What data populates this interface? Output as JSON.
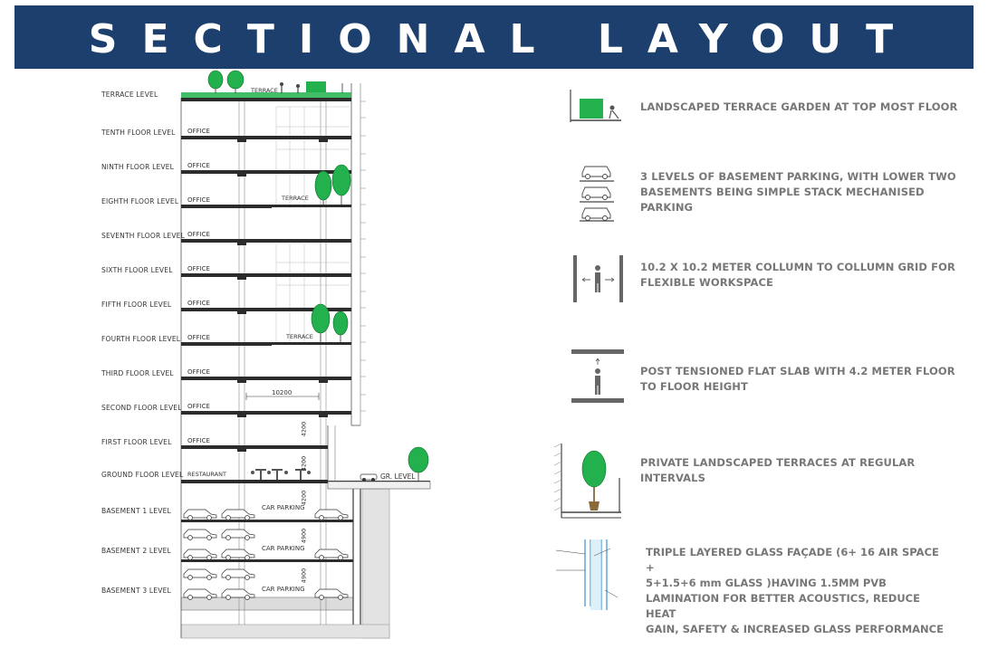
{
  "title": "SECTIONAL LAYOUT",
  "levels": [
    {
      "label": "TERRACE LEVEL",
      "use": "TERRACE"
    },
    {
      "label": "TENTH FLOOR LEVEL",
      "use": "OFFICE"
    },
    {
      "label": "NINTH FLOOR LEVEL",
      "use": "OFFICE"
    },
    {
      "label": "EIGHTH FLOOR LEVEL",
      "use": "OFFICE"
    },
    {
      "label": "SEVENTH FLOOR LEVEL",
      "use": "OFFICE"
    },
    {
      "label": "SIXTH FLOOR LEVEL",
      "use": "OFFICE"
    },
    {
      "label": "FIFTH FLOOR LEVEL",
      "use": "OFFICE"
    },
    {
      "label": "FOURTH FLOOR LEVEL",
      "use": "OFFICE"
    },
    {
      "label": "THIRD FLOOR LEVEL",
      "use": "OFFICE"
    },
    {
      "label": "SECOND FLOOR LEVEL",
      "use": "OFFICE"
    },
    {
      "label": "FIRST FLOOR LEVEL",
      "use": "OFFICE"
    },
    {
      "label": "GROUND FLOOR LEVEL",
      "use": "RESTAURANT"
    },
    {
      "label": "BASEMENT 1 LEVEL",
      "use": "CAR PARKING"
    },
    {
      "label": "BASEMENT 2 LEVEL",
      "use": "CAR PARKING"
    },
    {
      "label": "BASEMENT 3 LEVEL",
      "use": "CAR PARKING"
    }
  ],
  "section": {
    "terrace_eighth": "TERRACE",
    "terrace_fourth": "TERRACE",
    "gr_level": "GR. LEVEL",
    "grid_dim": "10200",
    "dims": [
      "4200",
      "4200",
      "4200",
      "4900",
      "4900"
    ]
  },
  "notes": [
    {
      "lines": [
        "LANDSCAPED TERRACE GARDEN AT TOP MOST FLOOR"
      ],
      "icon": "terrace-garden-icon"
    },
    {
      "lines": [
        "3 LEVELS OF BASEMENT PARKING, WITH LOWER TWO",
        "BASEMENTS BEING SIMPLE STACK MECHANISED",
        "PARKING"
      ],
      "icon": "stack-parking-icon"
    },
    {
      "lines": [
        "10.2 X 10.2 METER COLLUMN TO COLLUMN GRID FOR",
        "FLEXIBLE WORKSPACE"
      ],
      "icon": "column-grid-icon"
    },
    {
      "lines": [
        "POST TENSIONED FLAT SLAB WITH 4.2 METER FLOOR",
        "TO FLOOR HEIGHT"
      ],
      "icon": "flat-slab-icon"
    },
    {
      "lines": [
        "PRIVATE LANDSCAPED TERRACES AT REGULAR",
        "INTERVALS"
      ],
      "icon": "private-terrace-icon"
    },
    {
      "lines": [
        "TRIPLE LAYERED GLASS FAÇADE (6+ 16 AIR SPACE +",
        "5+1.5+6 mm GLASS )HAVING  1.5MM PVB",
        "LAMINATION FOR BETTER ACOUSTICS, REDUCE HEAT",
        "GAIN, SAFETY & INCREASED GLASS PERFORMANCE"
      ],
      "icon": "triple-glass-icon"
    }
  ],
  "colors": {
    "header": "#1c3f6e",
    "tree": "#22b14c",
    "line": "#333333"
  }
}
